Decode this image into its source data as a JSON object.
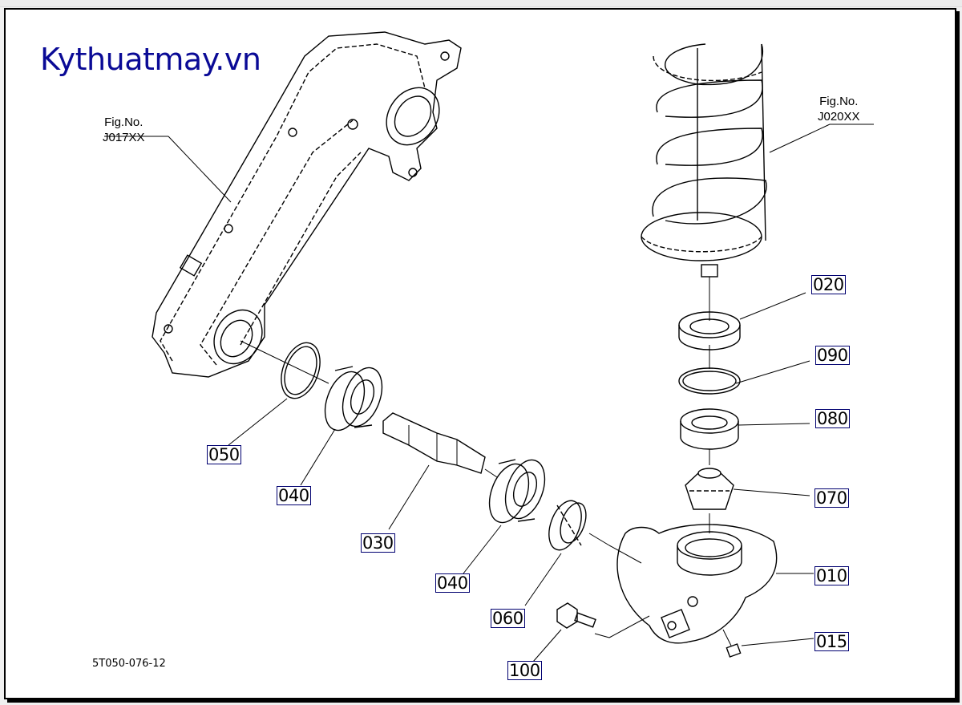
{
  "watermark": "Kythuatmay.vn",
  "figure_refs": [
    {
      "line1": "Fig.No.",
      "line2": "J017XX"
    },
    {
      "line1": "Fig.No.",
      "line2": "J020XX"
    }
  ],
  "callouts": {
    "c020": "020",
    "c090": "090",
    "c080": "080",
    "c070": "070",
    "c010": "010",
    "c015": "015",
    "c050": "050",
    "c040a": "040",
    "c030": "030",
    "c040b": "040",
    "c060": "060",
    "c100": "100"
  },
  "drawing_code": "5T050-076-12",
  "colors": {
    "watermark": "#0a0a96",
    "callout_border": "#000070"
  }
}
